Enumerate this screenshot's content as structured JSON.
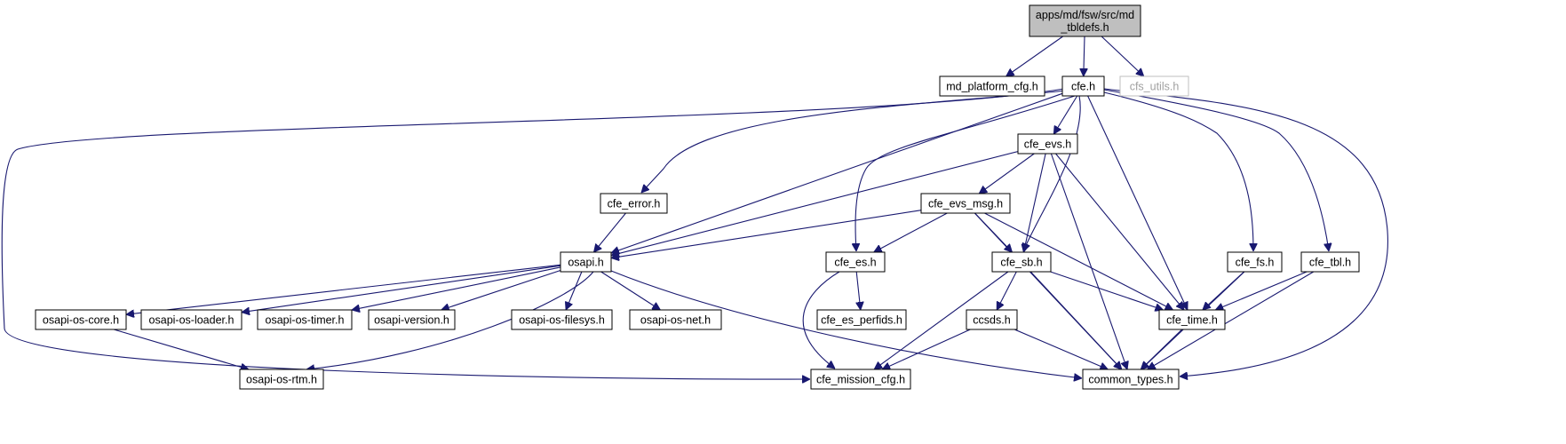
{
  "nodes": [
    {
      "id": "root",
      "lines": [
        "apps/md/fsw/src/md",
        "_tbldefs.h"
      ],
      "style": "root"
    },
    {
      "id": "md_platform_cfg",
      "lines": [
        "md_platform_cfg.h"
      ]
    },
    {
      "id": "cfe",
      "lines": [
        "cfe.h"
      ]
    },
    {
      "id": "cfs_utils",
      "lines": [
        "cfs_utils.h"
      ],
      "style": "external"
    },
    {
      "id": "cfe_evs",
      "lines": [
        "cfe_evs.h"
      ]
    },
    {
      "id": "cfe_error",
      "lines": [
        "cfe_error.h"
      ]
    },
    {
      "id": "cfe_evs_msg",
      "lines": [
        "cfe_evs_msg.h"
      ]
    },
    {
      "id": "osapi",
      "lines": [
        "osapi.h"
      ]
    },
    {
      "id": "cfe_es",
      "lines": [
        "cfe_es.h"
      ]
    },
    {
      "id": "cfe_sb",
      "lines": [
        "cfe_sb.h"
      ]
    },
    {
      "id": "cfe_fs",
      "lines": [
        "cfe_fs.h"
      ]
    },
    {
      "id": "cfe_tbl",
      "lines": [
        "cfe_tbl.h"
      ]
    },
    {
      "id": "osapi_os_core",
      "lines": [
        "osapi-os-core.h"
      ]
    },
    {
      "id": "osapi_os_loader",
      "lines": [
        "osapi-os-loader.h"
      ]
    },
    {
      "id": "osapi_os_timer",
      "lines": [
        "osapi-os-timer.h"
      ]
    },
    {
      "id": "osapi_version",
      "lines": [
        "osapi-version.h"
      ]
    },
    {
      "id": "osapi_os_filesys",
      "lines": [
        "osapi-os-filesys.h"
      ]
    },
    {
      "id": "osapi_os_net",
      "lines": [
        "osapi-os-net.h"
      ]
    },
    {
      "id": "cfe_es_perfids",
      "lines": [
        "cfe_es_perfids.h"
      ]
    },
    {
      "id": "ccsds",
      "lines": [
        "ccsds.h"
      ]
    },
    {
      "id": "cfe_time",
      "lines": [
        "cfe_time.h"
      ]
    },
    {
      "id": "osapi_os_rtm",
      "lines": [
        "osapi-os-rtm.h"
      ]
    },
    {
      "id": "cfe_mission_cfg",
      "lines": [
        "cfe_mission_cfg.h"
      ]
    },
    {
      "id": "common_types",
      "lines": [
        "common_types.h"
      ]
    }
  ],
  "edges": [
    [
      "root",
      "md_platform_cfg"
    ],
    [
      "root",
      "cfe"
    ],
    [
      "root",
      "cfs_utils"
    ],
    [
      "cfe",
      "cfe_evs"
    ],
    [
      "cfe",
      "cfe_error"
    ],
    [
      "cfe",
      "osapi"
    ],
    [
      "cfe",
      "cfe_es"
    ],
    [
      "cfe",
      "cfe_sb"
    ],
    [
      "cfe",
      "cfe_time"
    ],
    [
      "cfe",
      "cfe_fs"
    ],
    [
      "cfe",
      "cfe_tbl"
    ],
    [
      "cfe",
      "common_types"
    ],
    [
      "cfe",
      "cfe_mission_cfg"
    ],
    [
      "cfe_evs",
      "cfe_evs_msg"
    ],
    [
      "cfe_evs",
      "osapi"
    ],
    [
      "cfe_evs",
      "cfe_sb"
    ],
    [
      "cfe_evs",
      "cfe_time"
    ],
    [
      "cfe_evs",
      "common_types"
    ],
    [
      "cfe_error",
      "osapi"
    ],
    [
      "cfe_evs_msg",
      "osapi"
    ],
    [
      "cfe_evs_msg",
      "cfe_es"
    ],
    [
      "cfe_evs_msg",
      "cfe_sb"
    ],
    [
      "cfe_evs_msg",
      "cfe_time"
    ],
    [
      "cfe_evs_msg",
      "common_types"
    ],
    [
      "osapi",
      "osapi_os_core"
    ],
    [
      "osapi",
      "osapi_os_loader"
    ],
    [
      "osapi",
      "osapi_os_timer"
    ],
    [
      "osapi",
      "osapi_version"
    ],
    [
      "osapi",
      "osapi_os_filesys"
    ],
    [
      "osapi",
      "osapi_os_net"
    ],
    [
      "osapi",
      "osapi_os_rtm"
    ],
    [
      "osapi",
      "common_types"
    ],
    [
      "cfe_es",
      "cfe_es_perfids"
    ],
    [
      "cfe_es",
      "cfe_mission_cfg"
    ],
    [
      "cfe_sb",
      "ccsds"
    ],
    [
      "cfe_sb",
      "cfe_time"
    ],
    [
      "cfe_sb",
      "common_types"
    ],
    [
      "cfe_sb",
      "cfe_mission_cfg"
    ],
    [
      "cfe_fs",
      "cfe_time"
    ],
    [
      "cfe_fs",
      "common_types"
    ],
    [
      "cfe_tbl",
      "cfe_time"
    ],
    [
      "cfe_tbl",
      "common_types"
    ],
    [
      "osapi_os_core",
      "osapi_os_rtm"
    ],
    [
      "ccsds",
      "cfe_mission_cfg"
    ],
    [
      "ccsds",
      "common_types"
    ],
    [
      "cfe_time",
      "common_types"
    ]
  ]
}
